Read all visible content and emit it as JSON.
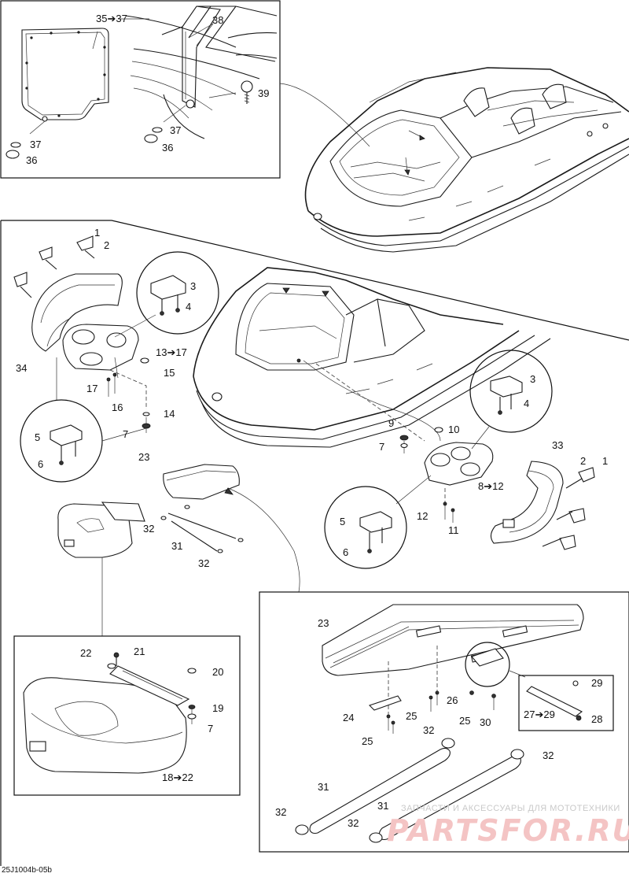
{
  "callouts": {
    "c1a": "1",
    "c2a": "2",
    "c3a": "3",
    "c4a": "4",
    "c5a": "5",
    "c6a": "6",
    "c7a": "7",
    "c13_17": "13➔17",
    "c15": "15",
    "c17": "17",
    "c16": "16",
    "c14": "14",
    "c34": "34",
    "c3b": "3",
    "c4b": "4",
    "c5b": "5",
    "c6b": "6",
    "c7b": "7",
    "c9": "9",
    "c10": "10",
    "c8_12": "8➔12",
    "c12": "12",
    "c11": "11",
    "c33": "33",
    "c2b": "2",
    "c1b": "1",
    "c23a": "23",
    "c32a": "32",
    "c31a": "31",
    "c32b": "32",
    "c22": "22",
    "c21": "21",
    "c20": "20",
    "c19": "19",
    "c7c": "7",
    "c18_22": "18➔22",
    "c23b": "23",
    "c24": "24",
    "c25a": "25",
    "c26": "26",
    "c25b": "25",
    "c30": "30",
    "c25c": "25",
    "c29": "29",
    "c27_29": "27➔29",
    "c28": "28",
    "c32c": "32",
    "c32d": "32",
    "c31b": "31",
    "c31c": "31",
    "c32e": "32",
    "c32f": "32",
    "c35_37": "35➔37",
    "c38": "38",
    "c39": "39",
    "c37a": "37",
    "c36a": "36",
    "c37b": "37",
    "c36b": "36"
  },
  "reference_code": "25J1004b-05b",
  "watermark": {
    "line1": "ЗАПЧАСТИ И АКСЕССУАРЫ ДЛЯ МОТОТЕХНИКИ",
    "line2": "PARTSFOR.RU"
  }
}
